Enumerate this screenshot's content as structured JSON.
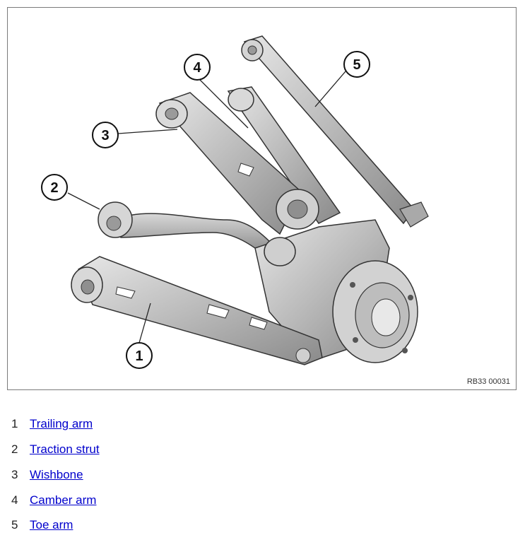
{
  "figure": {
    "code": "RB33 00031",
    "callouts": [
      "1",
      "2",
      "3",
      "4",
      "5"
    ]
  },
  "legend": {
    "items": [
      {
        "number": "1",
        "label": "Trailing arm"
      },
      {
        "number": "2",
        "label": "Traction strut"
      },
      {
        "number": "3",
        "label": "Wishbone"
      },
      {
        "number": "4",
        "label": "Camber arm"
      },
      {
        "number": "5",
        "label": "Toe arm"
      }
    ]
  },
  "colors": {
    "part_fill": "#c9c9c9",
    "part_dark": "#8e8e8e",
    "link": "#0000cc",
    "frame": "#7a7a7a"
  }
}
